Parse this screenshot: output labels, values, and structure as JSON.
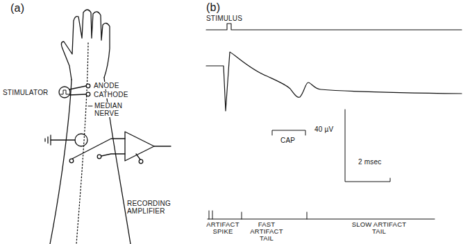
{
  "diagram": {
    "labels": [
      "(a)",
      "(b)",
      "STIMULATOR",
      "ANODE",
      "CATHODE",
      "MEDIAN NERVE",
      "RECORDING AMPLIFIER",
      "STIMULUS",
      "CAP",
      "40 µV",
      "2 msec",
      "ARTIFACT SPIKE",
      "FAST ARTIFACT TAIL",
      "SLOW ARTIFACT TAIL"
    ]
  }
}
